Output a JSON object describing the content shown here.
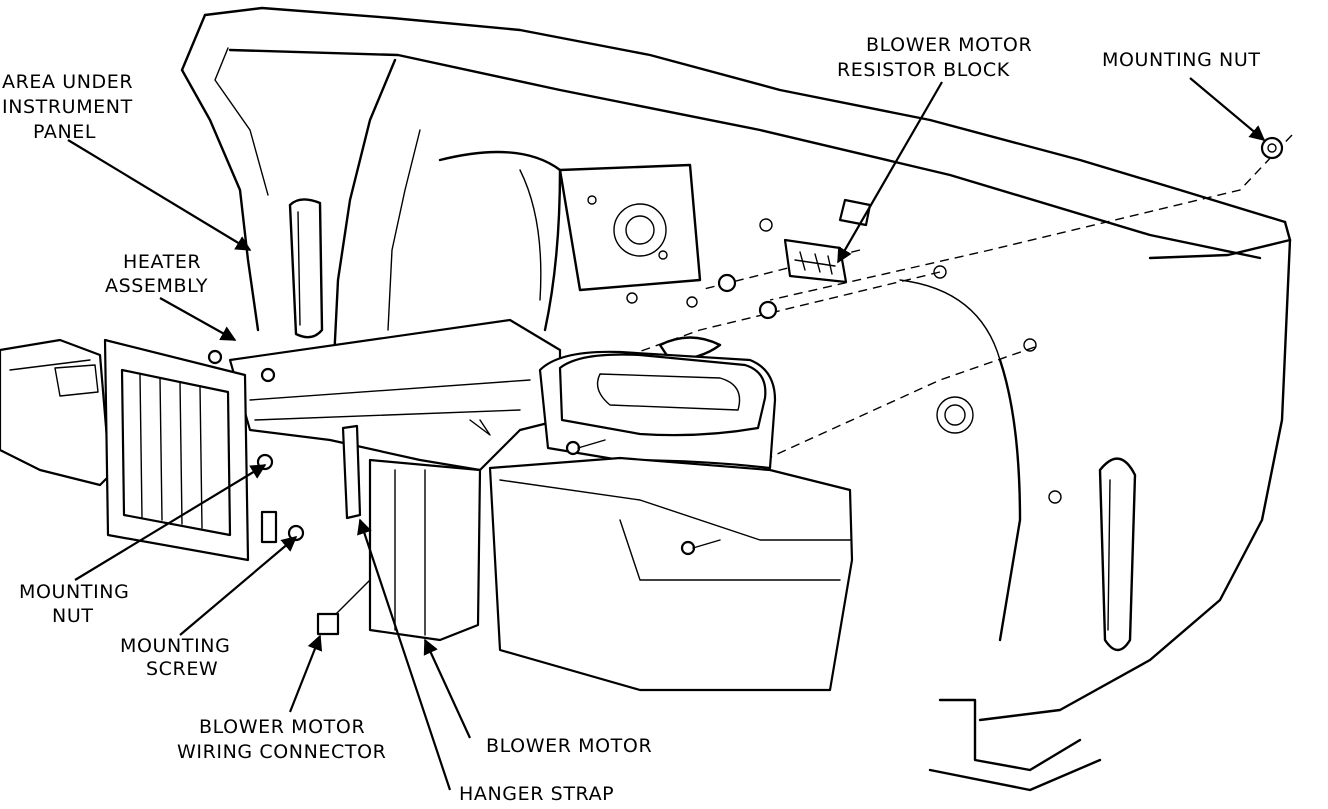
{
  "diagram": {
    "labels": {
      "area_under_instrument_panel": [
        "AREA UNDER",
        "INSTRUMENT",
        "PANEL"
      ],
      "heater_assembly": [
        "HEATER",
        "ASSEMBLY"
      ],
      "mounting_nut_left": [
        "MOUNTING",
        "NUT"
      ],
      "mounting_screw": [
        "MOUNTING",
        "SCREW"
      ],
      "blower_motor_wiring_connector": [
        "BLOWER MOTOR",
        "WIRING CONNECTOR"
      ],
      "blower_motor": "BLOWER MOTOR",
      "hanger_strap": "HANGER STRAP",
      "blower_motor_resistor_block": [
        "BLOWER MOTOR",
        "RESISTOR BLOCK"
      ],
      "mounting_nut_right": "MOUNTING NUT"
    }
  }
}
